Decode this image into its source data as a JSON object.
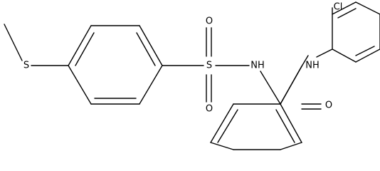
{
  "molecule": {
    "atoms": {
      "s_methyl": "S",
      "s_sulfonyl": "S",
      "o_top": "O",
      "o_bottom": "O",
      "nh_sulfonamide": "NH",
      "nh_amide": "NH",
      "o_carbonyl": "O",
      "cl": "Cl"
    }
  }
}
